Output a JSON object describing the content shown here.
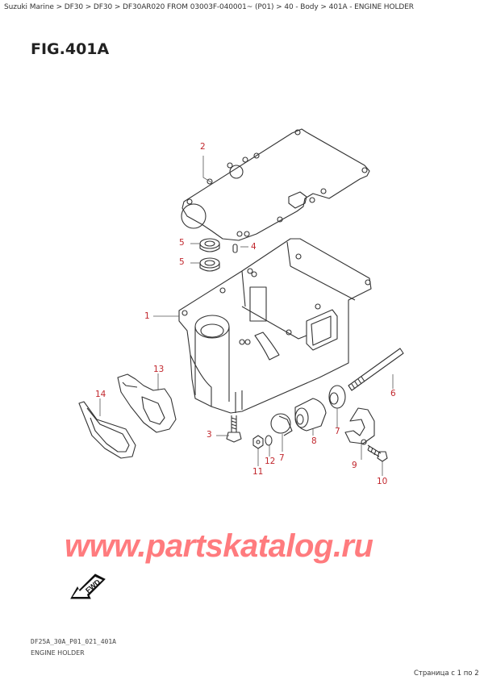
{
  "breadcrumb": {
    "text": "Suzuki Marine > DF30 > DF30 > DF30AR020 FROM 03003F-040001~ (P01) > 40 - Body > 401A - ENGINE HOLDER",
    "items": [
      "Suzuki Marine",
      "DF30",
      "DF30",
      "DF30AR020 FROM 03003F-040001~ (P01)",
      "40 - Body",
      "401A - ENGINE HOLDER"
    ]
  },
  "figure": {
    "title": "FIG.401A",
    "code": "DF25A_30A_P01_021_401A",
    "name": "ENGINE HOLDER",
    "fwd_label": "FWD"
  },
  "callouts": [
    {
      "id": "c1",
      "label": "1"
    },
    {
      "id": "c2",
      "label": "2"
    },
    {
      "id": "c3",
      "label": "3"
    },
    {
      "id": "c4",
      "label": "4"
    },
    {
      "id": "c5a",
      "label": "5"
    },
    {
      "id": "c5b",
      "label": "5"
    },
    {
      "id": "c6",
      "label": "6"
    },
    {
      "id": "c7a",
      "label": "7"
    },
    {
      "id": "c7b",
      "label": "7"
    },
    {
      "id": "c8",
      "label": "8"
    },
    {
      "id": "c9",
      "label": "9"
    },
    {
      "id": "c10",
      "label": "10"
    },
    {
      "id": "c11",
      "label": "11"
    },
    {
      "id": "c12",
      "label": "12"
    },
    {
      "id": "c13",
      "label": "13"
    },
    {
      "id": "c14",
      "label": "14"
    }
  ],
  "watermark": "www.partskatalog.ru",
  "pagination": {
    "text": "Страница с 1 по 2",
    "current": 1,
    "total": 2
  },
  "colors": {
    "callout": "#c1272d",
    "watermark": "#ff7b7e",
    "line": "#333333"
  }
}
